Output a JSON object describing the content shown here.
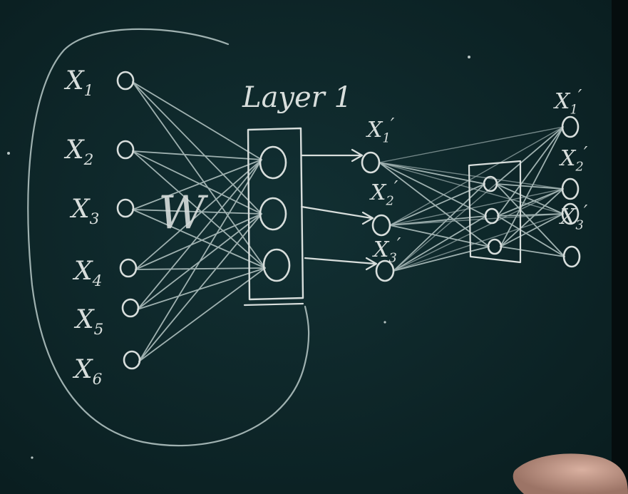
{
  "colors": {
    "board": "#0d2527",
    "chalk": "#d8dedc",
    "chalk_dim": "#9fb1b0",
    "hand": "#c79a8a"
  },
  "diagram": {
    "title": "Layer 1",
    "inputs": [
      "X",
      "X",
      "X",
      "X",
      "X",
      "X"
    ],
    "input_subscripts": [
      "1",
      "2",
      "3",
      "4",
      "5",
      "6"
    ],
    "weights_label": "W",
    "hidden_units": 3,
    "outputs_mid": [
      "X",
      "X",
      "X"
    ],
    "outputs_mid_subscripts": [
      "1",
      "2",
      "3"
    ],
    "outputs_mid_prime": [
      "′",
      "′",
      "′"
    ],
    "second_hidden_units": 3,
    "outputs_right": [
      "X",
      "X",
      "X"
    ],
    "outputs_right_subscripts": [
      "1",
      "2",
      "3"
    ],
    "outputs_right_prime": [
      "′",
      "′",
      "′"
    ],
    "right_output_nodes": 4
  }
}
